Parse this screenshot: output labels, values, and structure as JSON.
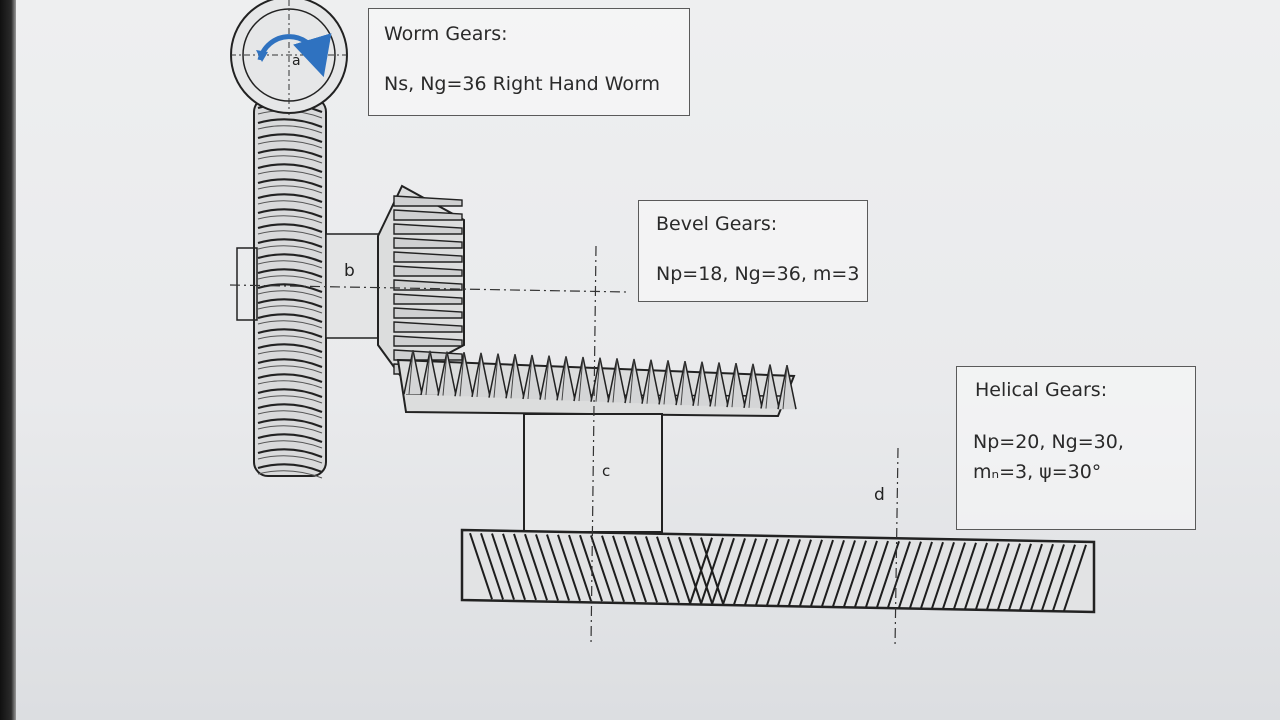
{
  "worm_box": {
    "title": "Worm Gears:",
    "spec": "Ns, Ng=36 Right Hand Worm"
  },
  "bevel_box": {
    "title": "Bevel Gears:",
    "spec": "Np=18, Ng=36, m=3"
  },
  "helical_box": {
    "title": "Helical Gears:",
    "spec_line1": "Np=20, Ng=30,",
    "spec_line2": "mₙ=3, ψ=30°"
  },
  "dimension_labels": {
    "a": "a",
    "b": "b",
    "c": "c",
    "d": "d"
  },
  "colors": {
    "rotation_arrow": "#2f72c0",
    "line": "#2a2a2a",
    "screen_background": "#eceded"
  }
}
